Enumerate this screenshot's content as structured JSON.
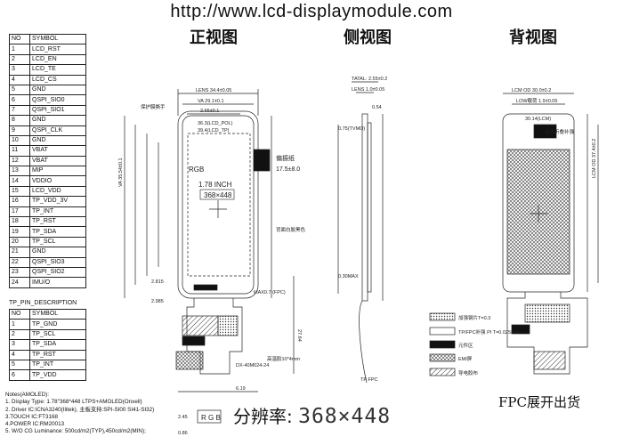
{
  "header": {
    "url": "http://www.lcd-displaymodule.com"
  },
  "views": {
    "front": "正视图",
    "side": "侧视图",
    "back": "背视图"
  },
  "pin_table": {
    "headers": [
      "NO",
      "SYMBOL"
    ],
    "rows": [
      [
        "1",
        "LCD_RST"
      ],
      [
        "2",
        "LCD_EN"
      ],
      [
        "3",
        "LCD_TE"
      ],
      [
        "4",
        "LCD_CS"
      ],
      [
        "5",
        "GND"
      ],
      [
        "6",
        "QSPI_SIO0"
      ],
      [
        "7",
        "QSPI_SIO1"
      ],
      [
        "8",
        "GND"
      ],
      [
        "9",
        "QSPI_CLK"
      ],
      [
        "10",
        "GND"
      ],
      [
        "11",
        "VBAT"
      ],
      [
        "12",
        "VBAT"
      ],
      [
        "13",
        "MIP"
      ],
      [
        "14",
        "VDDIO"
      ],
      [
        "15",
        "LCD_VDD"
      ],
      [
        "16",
        "TP_VDD_3V"
      ],
      [
        "17",
        "TP_INT"
      ],
      [
        "18",
        "TP_RST"
      ],
      [
        "19",
        "TP_SDA"
      ],
      [
        "20",
        "TP_SCL"
      ],
      [
        "21",
        "GND"
      ],
      [
        "22",
        "QSPI_SIO3"
      ],
      [
        "23",
        "QSPI_SIO2"
      ],
      [
        "24",
        "IMU/O"
      ]
    ]
  },
  "tp_table": {
    "title": "TP_PIN_DESCRIPTION",
    "headers": [
      "NO",
      "SYMBOL"
    ],
    "rows": [
      [
        "1",
        "TP_GND"
      ],
      [
        "2",
        "TP_SCL"
      ],
      [
        "3",
        "TP_SDA"
      ],
      [
        "4",
        "TP_RST"
      ],
      [
        "5",
        "TP_INT"
      ],
      [
        "6",
        "TP_VDD"
      ]
    ]
  },
  "front": {
    "len_label": "LENS 34.4±0.05",
    "va_label": "VA 29.1±0.1",
    "dim_265": "2.65±0.1",
    "dim_363": "36.3(LCD_POL)",
    "dim_394": "39.4(LCD_TP)",
    "protect_film": "保护膜撕手",
    "rgb": "RGB",
    "inch": "1.78 INCH",
    "resolution_box": "368×448",
    "polarizer": "偏振纸",
    "dim_175": "17.5±8.0",
    "back_black": "背面白胶黑色",
    "va_height": "VA 35.54±0.1",
    "max_label": "MAX0.7 (FPC)",
    "dim_2764": "27.64",
    "high_temp": "高温胶10*4mm",
    "connector": "DX-40M024-24",
    "dim_619": "6.19",
    "dim_2815": "2.815",
    "dim_2985": "2.985"
  },
  "side": {
    "total": "TATAL: 2.55±0.2",
    "lens": "LENS 1.0±0.05",
    "dim_054": "0.54",
    "tvmo": "0.75(TVMO)",
    "tpfpc": "TP FPC",
    "dim_030": "0.30MAX"
  },
  "back": {
    "lcm_od": "LCM OD 30.0±0.2",
    "low_sub": "LOW载荷 1.9±0.05",
    "dim_3014": "30.14(LCM)",
    "fpc_bend": "泡沫折叠补强",
    "lcm_h": "LCM OD 37.4±0.2"
  },
  "legend": {
    "items": [
      "加强钢片T=0.3",
      "TP/FPC补强 PI T=0.025MM",
      "元件区",
      "EMI屏",
      "导电胶布"
    ]
  },
  "notes": {
    "title": "Notes(AMOLED):",
    "lines": [
      "1. Display Type: 1.78\"368*448 LTPS+AMOLED(Onxell)",
      "2. Driver IC:ICNA3240(Ilitek), 主板支持:SPI-SI00 SI41-SI32)",
      "3.TOUCH IC:FT3168",
      "4.POWER IC:RM20013",
      "5. W/O CG Luminance: 500cd/m2(TYP),450cd/m2(MIN);"
    ]
  },
  "resolution": {
    "label": "分辨率:",
    "value": "368×448"
  },
  "fpc_note": "FPC展开出货",
  "bottom_rgb": "R G B",
  "bottom_dims": {
    "a": "2.45",
    "b": "0.86"
  }
}
